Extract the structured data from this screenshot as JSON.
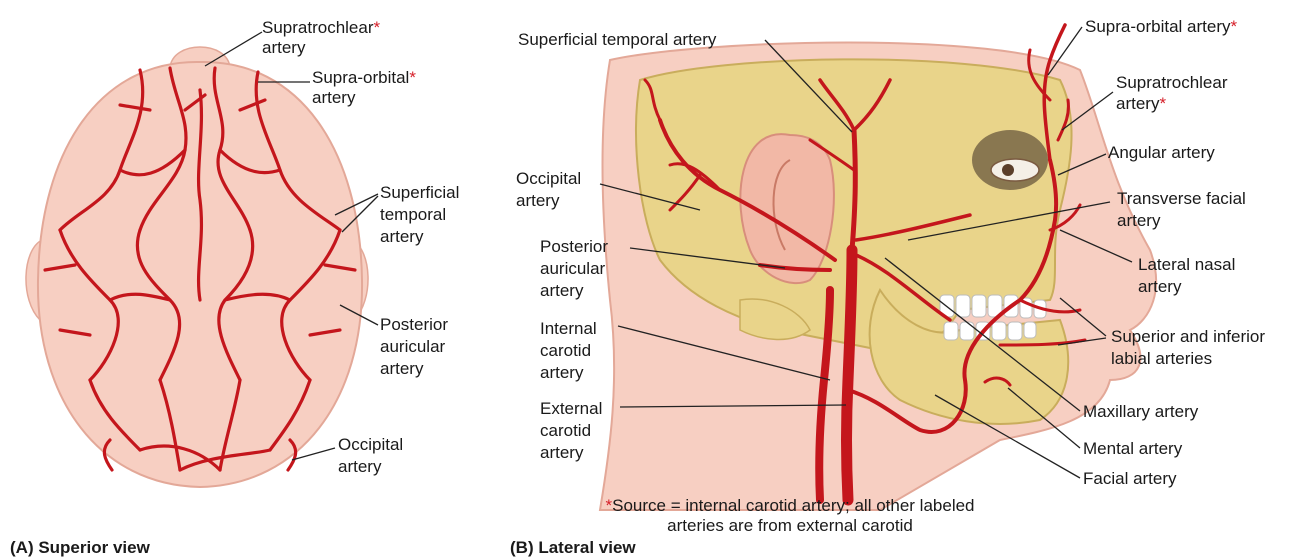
{
  "colors": {
    "artery": "#c4161c",
    "skin": "#f7cfc2",
    "skin_edge": "#e3a898",
    "bone": "#e9d48a",
    "bone_edge": "#c9ad5c",
    "leader": "#222222",
    "star": "#d6202a"
  },
  "panel_a": {
    "caption": "(A) Superior view",
    "labels": {
      "supratrochlear_1": "Supratrochlear",
      "supratrochlear_2": "artery",
      "supraorbital_1": "Supra-orbital",
      "supraorbital_2": "artery",
      "sup_temporal_1": "Superficial",
      "sup_temporal_2": "temporal",
      "sup_temporal_3": "artery",
      "post_auricular_1": "Posterior",
      "post_auricular_2": "auricular",
      "post_auricular_3": "artery",
      "occipital_1": "Occipital",
      "occipital_2": "artery"
    }
  },
  "panel_b": {
    "caption": "(B) Lateral view",
    "labels": {
      "superficial_temporal": "Superficial temporal artery",
      "supraorbital": "Supra-orbital artery",
      "supratrochlear_1": "Supratrochlear",
      "supratrochlear_2": "artery",
      "angular": "Angular artery",
      "occipital_1": "Occipital",
      "occipital_2": "artery",
      "transverse_facial_1": "Transverse facial",
      "transverse_facial_2": "artery",
      "post_auricular_1": "Posterior",
      "post_auricular_2": "auricular",
      "post_auricular_3": "artery",
      "lateral_nasal_1": "Lateral nasal",
      "lateral_nasal_2": "artery",
      "internal_carotid_1": "Internal",
      "internal_carotid_2": "carotid",
      "internal_carotid_3": "artery",
      "labial_1": "Superior and inferior",
      "labial_2": "labial arteries",
      "external_carotid_1": "External",
      "external_carotid_2": "carotid",
      "external_carotid_3": "artery",
      "maxillary": "Maxillary artery",
      "mental": "Mental artery",
      "facial": "Facial artery"
    },
    "star_mark": "*",
    "note_line1": "Source = internal carotid artery; all other labeled",
    "note_line2": "arteries are from external carotid"
  }
}
